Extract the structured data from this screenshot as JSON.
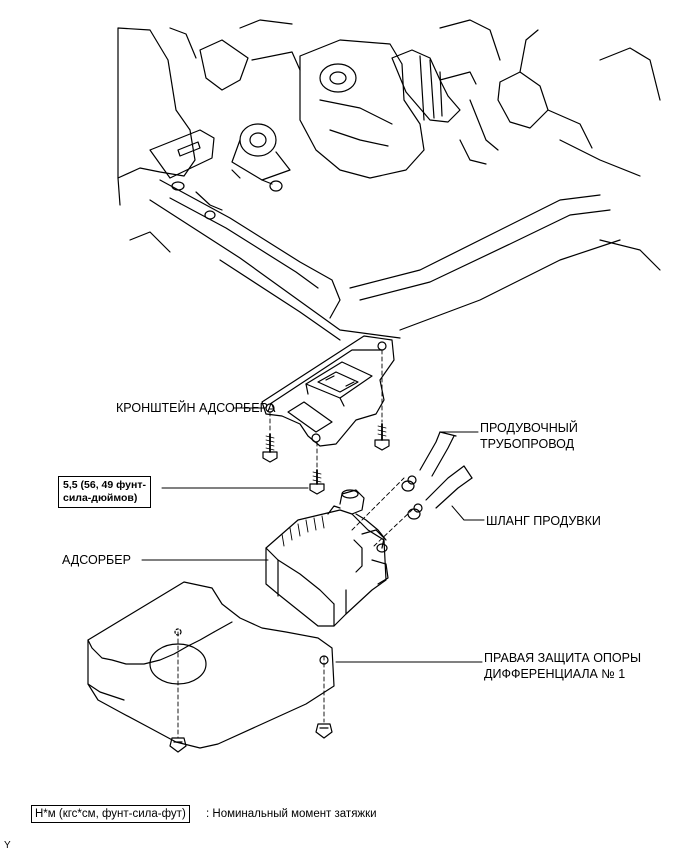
{
  "labels": {
    "bracket": "КРОНШТЕЙН АДСОРБЕРА",
    "purge_pipe_line1": "ПРОДУВОЧНЫЙ",
    "purge_pipe_line2": "ТРУБОПРОВОД",
    "purge_hose": "ШЛАНГ ПРОДУВКИ",
    "canister": "АДСОРБЕР",
    "guard_line1": "ПРАВАЯ ЗАЩИТА ОПОРЫ",
    "guard_line2": "ДИФФЕРЕНЦИАЛА № 1"
  },
  "torque": {
    "line1": "5,5 (56, 49 фунт-",
    "line2": "сила-дюймов)"
  },
  "legend": {
    "box": "Н*м (кгс*см, фунт-сила-фут)",
    "text": ": Номинальный момент затяжки"
  },
  "corner_mark": "Y"
}
